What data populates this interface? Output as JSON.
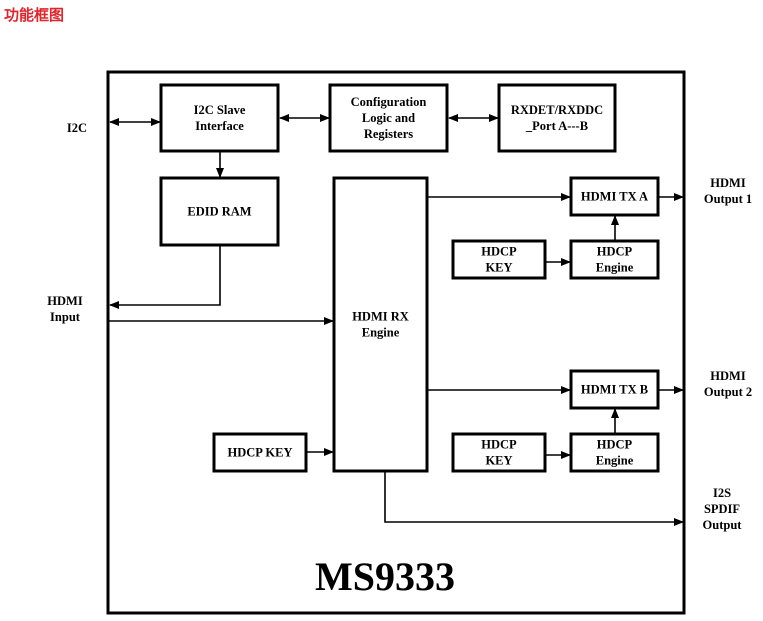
{
  "title": "功能框图",
  "chip_name": "MS9333",
  "blocks": {
    "i2c_slave": [
      "I2C Slave",
      "Interface"
    ],
    "config": [
      "Configuration",
      "Logic and",
      "Registers"
    ],
    "rxdet": [
      "RXDET/RXDDC",
      "_Port A---B"
    ],
    "edid_ram": [
      "EDID RAM"
    ],
    "hdmi_rx": [
      "HDMI RX",
      "Engine"
    ],
    "hdmi_tx_a": [
      "HDMI TX A"
    ],
    "hdcp_key_a": [
      "HDCP",
      "KEY"
    ],
    "hdcp_engine_a": [
      "HDCP",
      "Engine"
    ],
    "hdmi_tx_b": [
      "HDMI TX B"
    ],
    "hdcp_key_b": [
      "HDCP",
      "KEY"
    ],
    "hdcp_engine_b": [
      "HDCP",
      "Engine"
    ],
    "hdcp_key_rx": [
      "HDCP KEY"
    ]
  },
  "ports": {
    "i2c": [
      "I2C"
    ],
    "hdmi_input": [
      "HDMI",
      "Input"
    ],
    "hdmi_output_1": [
      "HDMI",
      "Output 1"
    ],
    "hdmi_output_2": [
      "HDMI",
      "Output 2"
    ],
    "audio_output": [
      "I2S",
      "SPDIF",
      "Output"
    ]
  }
}
